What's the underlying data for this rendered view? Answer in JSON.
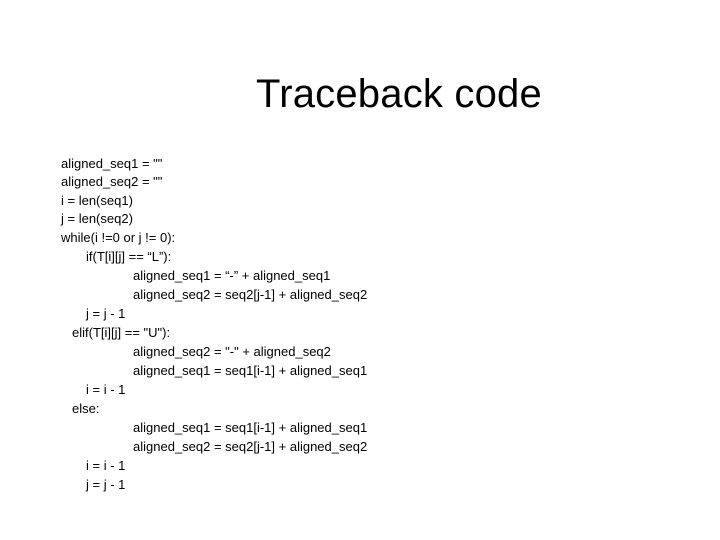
{
  "slide": {
    "title": "Traceback code",
    "code_lines": [
      "aligned_seq1 = \"\"",
      "aligned_seq2 = \"\"",
      "i = len(seq1)",
      "j = len(seq2)",
      "while(i !=0 or j != 0):",
      "if(T[i][j] == “L”):",
      "aligned_seq1 = “-” + aligned_seq1",
      "aligned_seq2 = seq2[j-1] + aligned_seq2",
      "j = j - 1",
      "elif(T[i][j] == \"U\"):",
      "aligned_seq2 = \"-\" + aligned_seq2",
      "aligned_seq1 = seq1[i-1] + aligned_seq1",
      "i = i - 1",
      "else:",
      "aligned_seq1 = seq1[i-1] + aligned_seq1",
      "aligned_seq2 = seq2[j-1] + aligned_seq2",
      "i = i - 1",
      "j = j - 1"
    ]
  }
}
